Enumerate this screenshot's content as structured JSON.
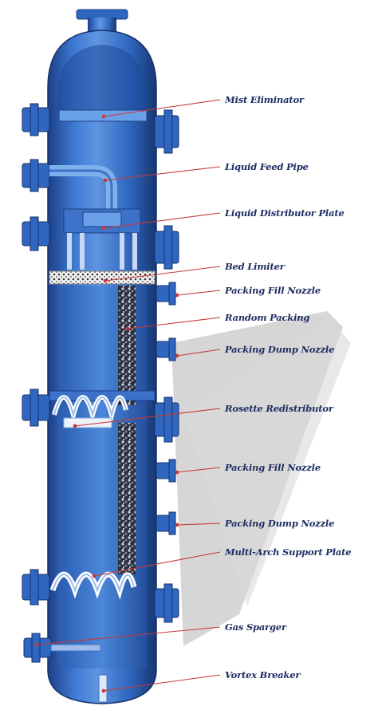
{
  "labels": {
    "mist_eliminator": "Mist Eliminator",
    "liquid_feed_pipe": "Liquid Feed Pipe",
    "liquid_distributor_plate": "Liquid Distributor Plate",
    "bed_limiter": "Bed Limiter",
    "packing_fill_nozzle_1": "Packing Fill Nozzle",
    "random_packing": "Random Packing",
    "packing_dump_nozzle_1": "Packing Dump Nozzle",
    "rosette_redistributor": "Rosette Redistributor",
    "packing_fill_nozzle_2": "Packing Fill Nozzle",
    "packing_dump_nozzle_2": "Packing Dump Nozzle",
    "multi_arch_support_plate": "Multi-Arch Support Plate",
    "gas_sparger": "Gas Sparger",
    "vortex_breaker": "Vortex Breaker"
  },
  "colors": {
    "vessel": "#2f67c0",
    "vessel_dark": "#1d3f86",
    "vessel_light": "#5f95e0",
    "leader_line": "#c63a3a",
    "label_text": "#1d2d62",
    "shadow": "#c9c9c9"
  }
}
